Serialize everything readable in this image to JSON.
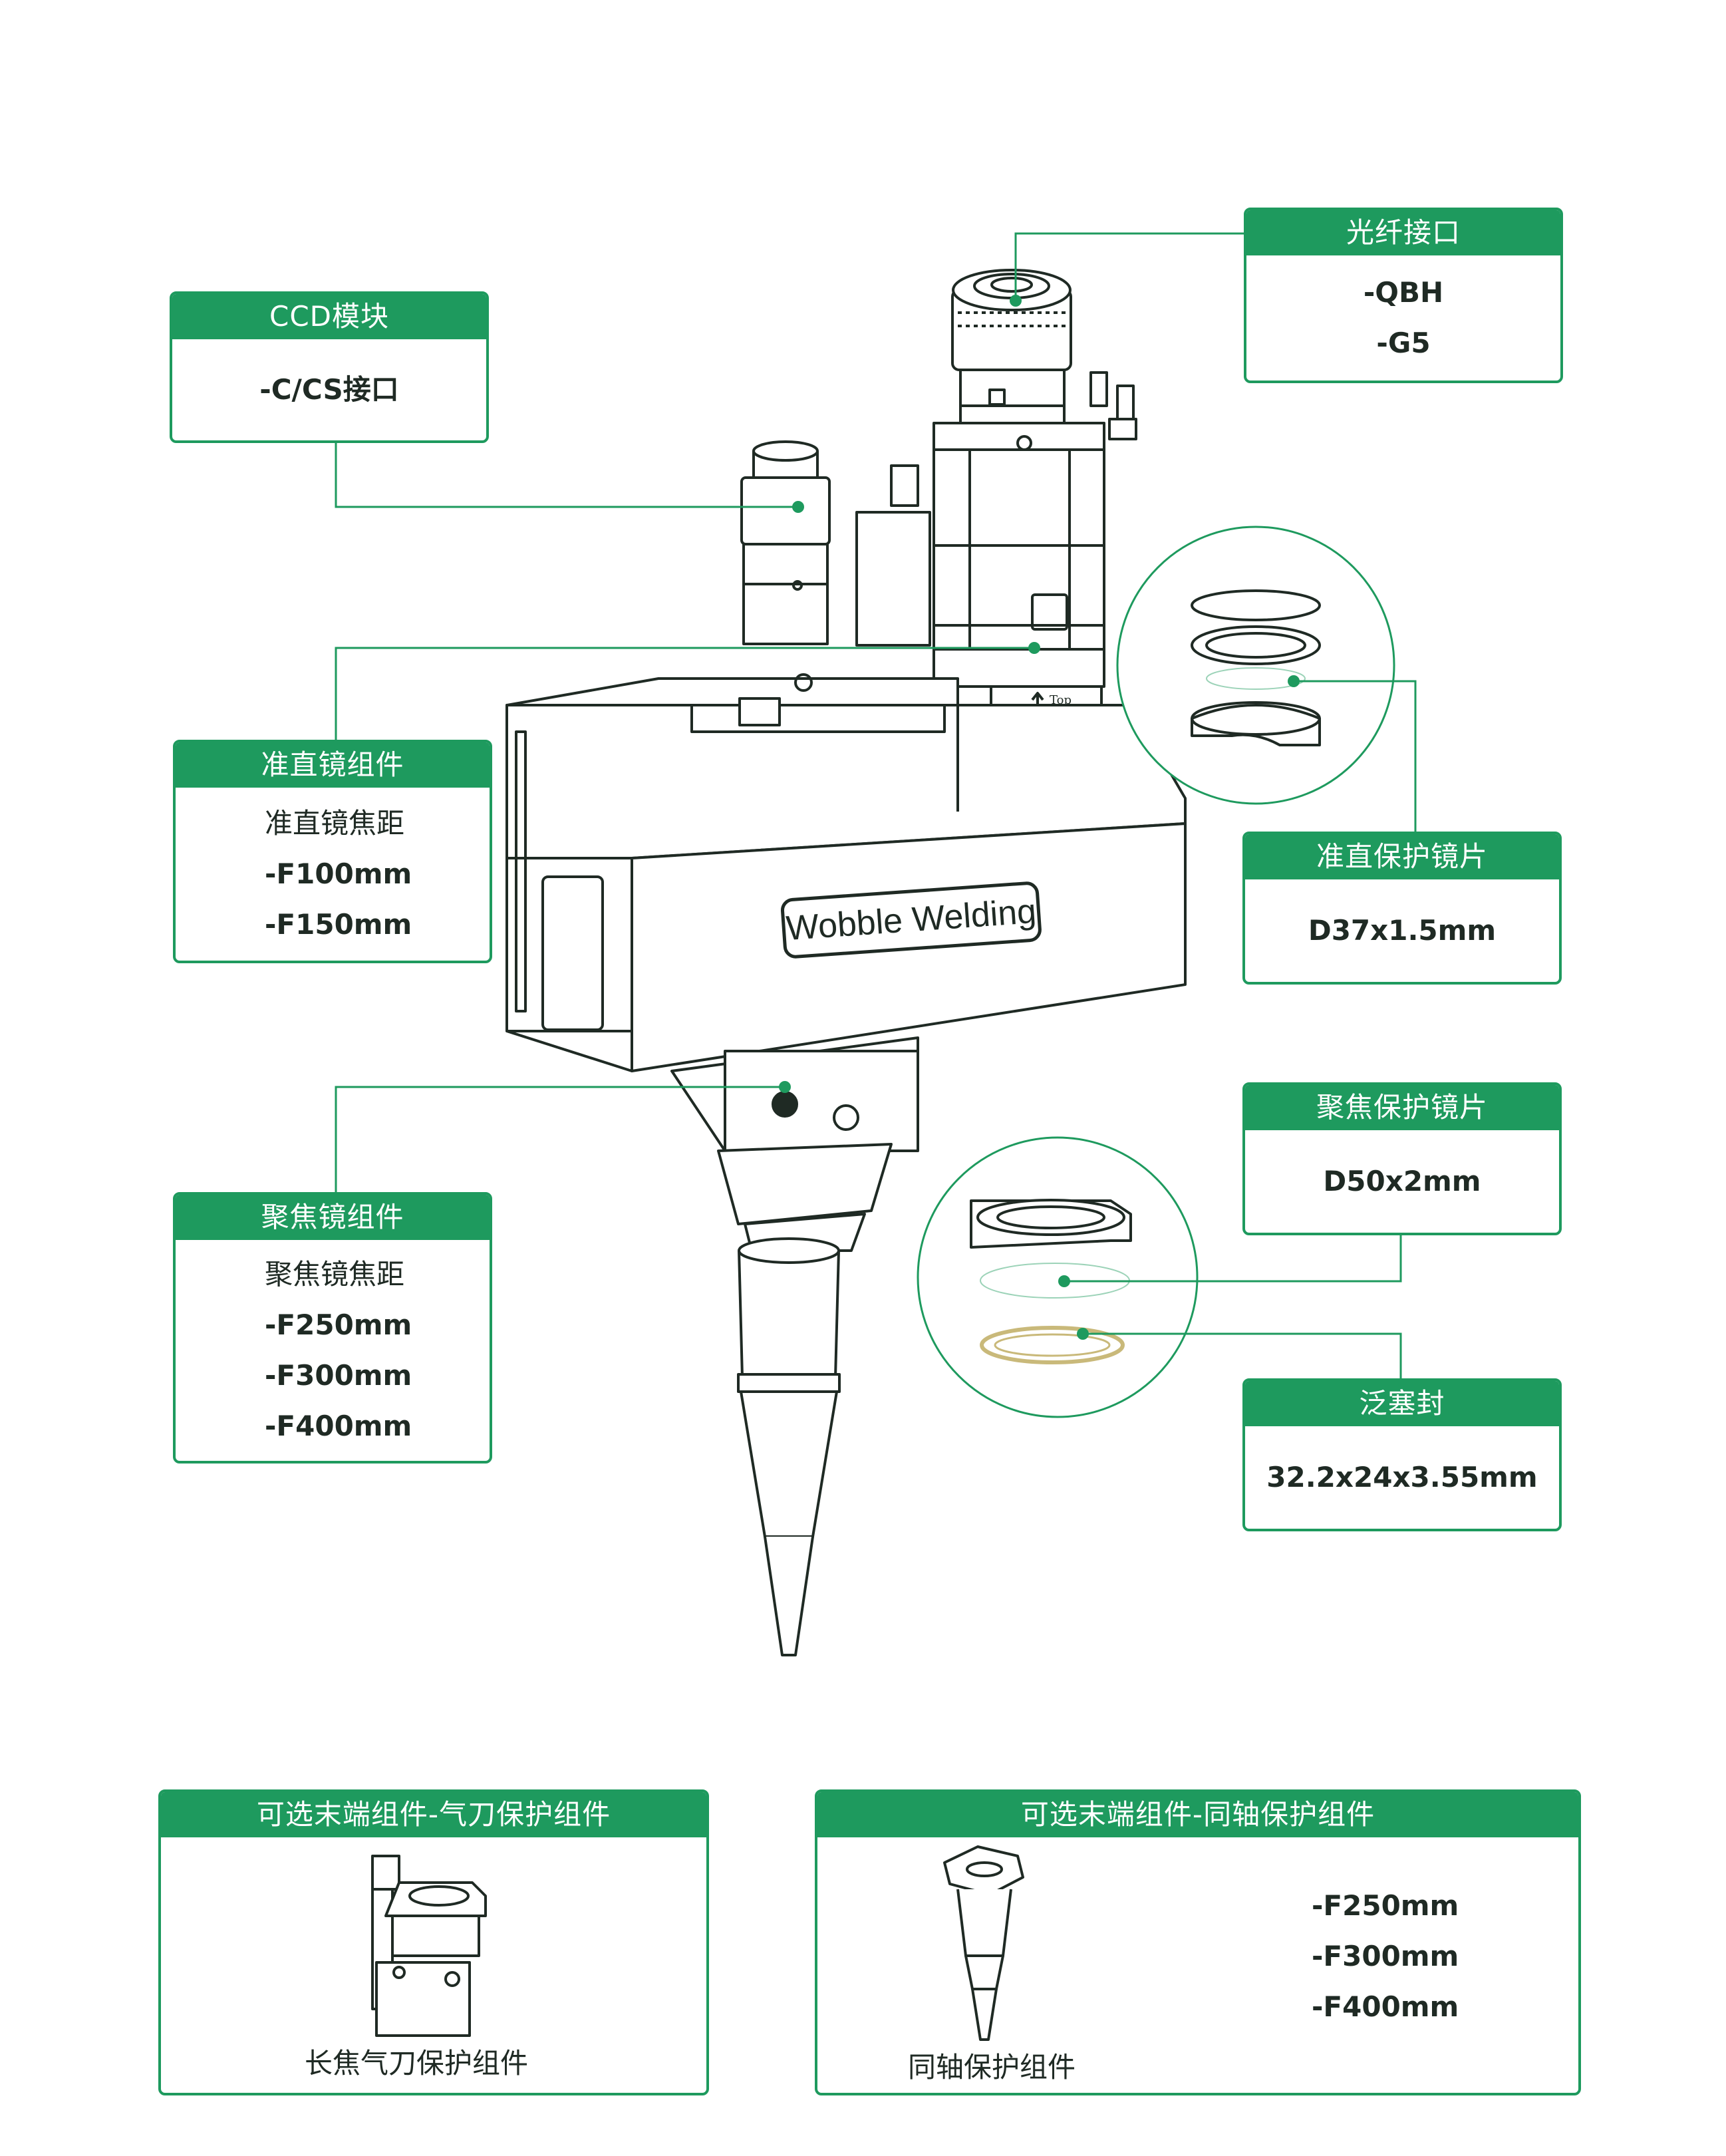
{
  "labels": {
    "fiber": {
      "title": "光纤接口",
      "items": [
        "-QBH",
        "-G5"
      ]
    },
    "ccd": {
      "title": "CCD模块",
      "items": [
        "-C/CS接口"
      ]
    },
    "collimator": {
      "title": "准直镜组件",
      "items": [
        "准直镜焦距",
        "-F100mm",
        "-F150mm"
      ]
    },
    "collimator_lens": {
      "title": "准直保护镜片",
      "items": [
        "D37x1.5mm"
      ]
    },
    "focus_lens": {
      "title": "聚焦保护镜片",
      "items": [
        "D50x2mm"
      ]
    },
    "seal": {
      "title": "泛塞封",
      "items": [
        "32.2x24x3.55mm"
      ]
    },
    "focus": {
      "title": "聚焦镜组件",
      "items": [
        "聚焦镜焦距",
        "-F250mm",
        "-F300mm",
        "-F400mm"
      ]
    }
  },
  "brand_plate": "Wobble Welding",
  "top_mark": "Top",
  "optional": [
    {
      "title": "可选末端组件-气刀保护组件",
      "caption": "长焦气刀保护组件"
    },
    {
      "title": "可选末端组件-同轴保护组件",
      "caption": "同轴保护组件",
      "items": [
        "-F250mm",
        "-F300mm",
        "-F400mm"
      ]
    }
  ],
  "colors": {
    "accent": "#1e9a5e",
    "line": "#1f2a24"
  }
}
